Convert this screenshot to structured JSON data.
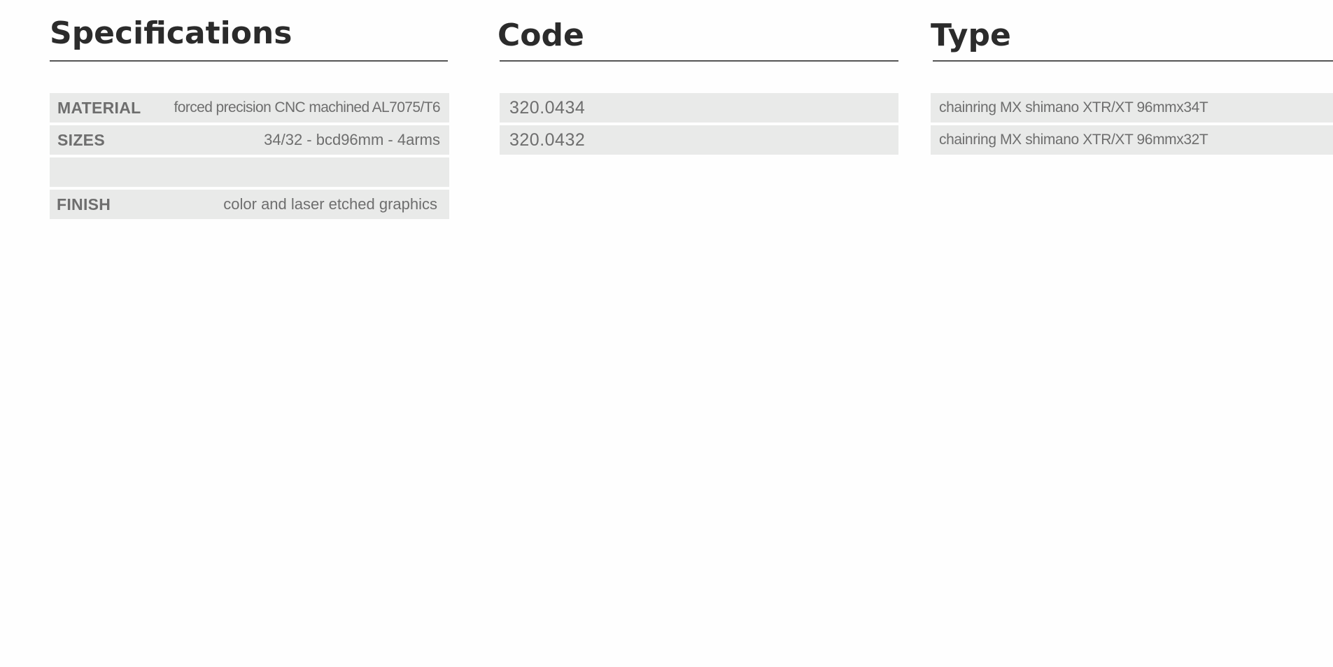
{
  "specifications": {
    "title": "Specifications",
    "rows": [
      {
        "label": "MATERIAL",
        "value": "forced precision CNC machined AL7075/T6"
      },
      {
        "label": "SIZES",
        "value": "34/32 - bcd96mm - 4arms"
      },
      {
        "label": "",
        "value": ""
      },
      {
        "label": "FINISH",
        "value": "color and laser etched graphics"
      }
    ]
  },
  "code": {
    "title": "Code",
    "rows": [
      "320.0434",
      "320.0432"
    ]
  },
  "type": {
    "title": "Type",
    "rows": [
      "chainring MX shimano XTR/XT 96mmx34T",
      "chainring MX shimano XTR/XT 96mmx32T"
    ]
  }
}
